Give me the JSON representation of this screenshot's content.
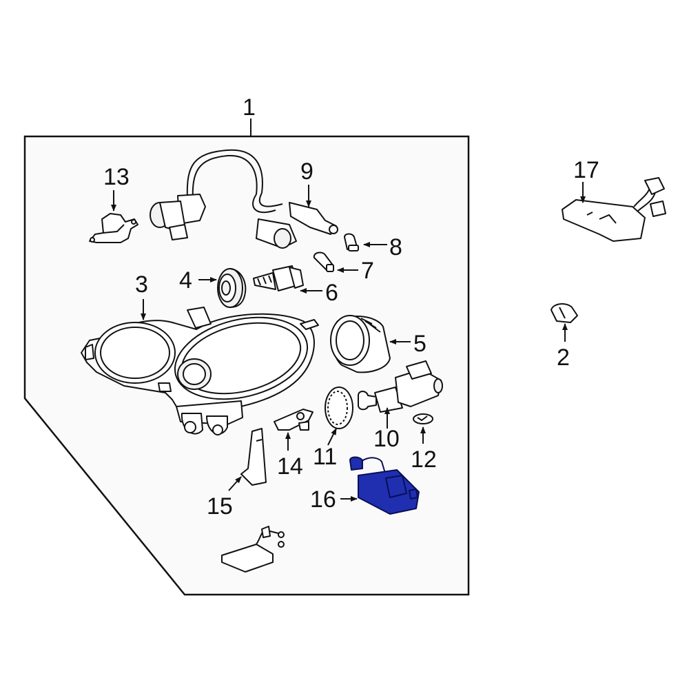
{
  "diagram": {
    "colors": {
      "outline": "#111111",
      "panel_fill": "#fafafa",
      "highlight_fill": "#1f2fb0",
      "highlight_stroke": "#0a0f55"
    },
    "callouts": {
      "c1": "1",
      "c2": "2",
      "c3": "3",
      "c4": "4",
      "c5": "5",
      "c6": "6",
      "c7": "7",
      "c8": "8",
      "c9": "9",
      "c10": "10",
      "c11": "11",
      "c12": "12",
      "c13": "13",
      "c14": "14",
      "c15": "15",
      "c16": "16",
      "c17": "17"
    },
    "highlighted_part": "16"
  }
}
